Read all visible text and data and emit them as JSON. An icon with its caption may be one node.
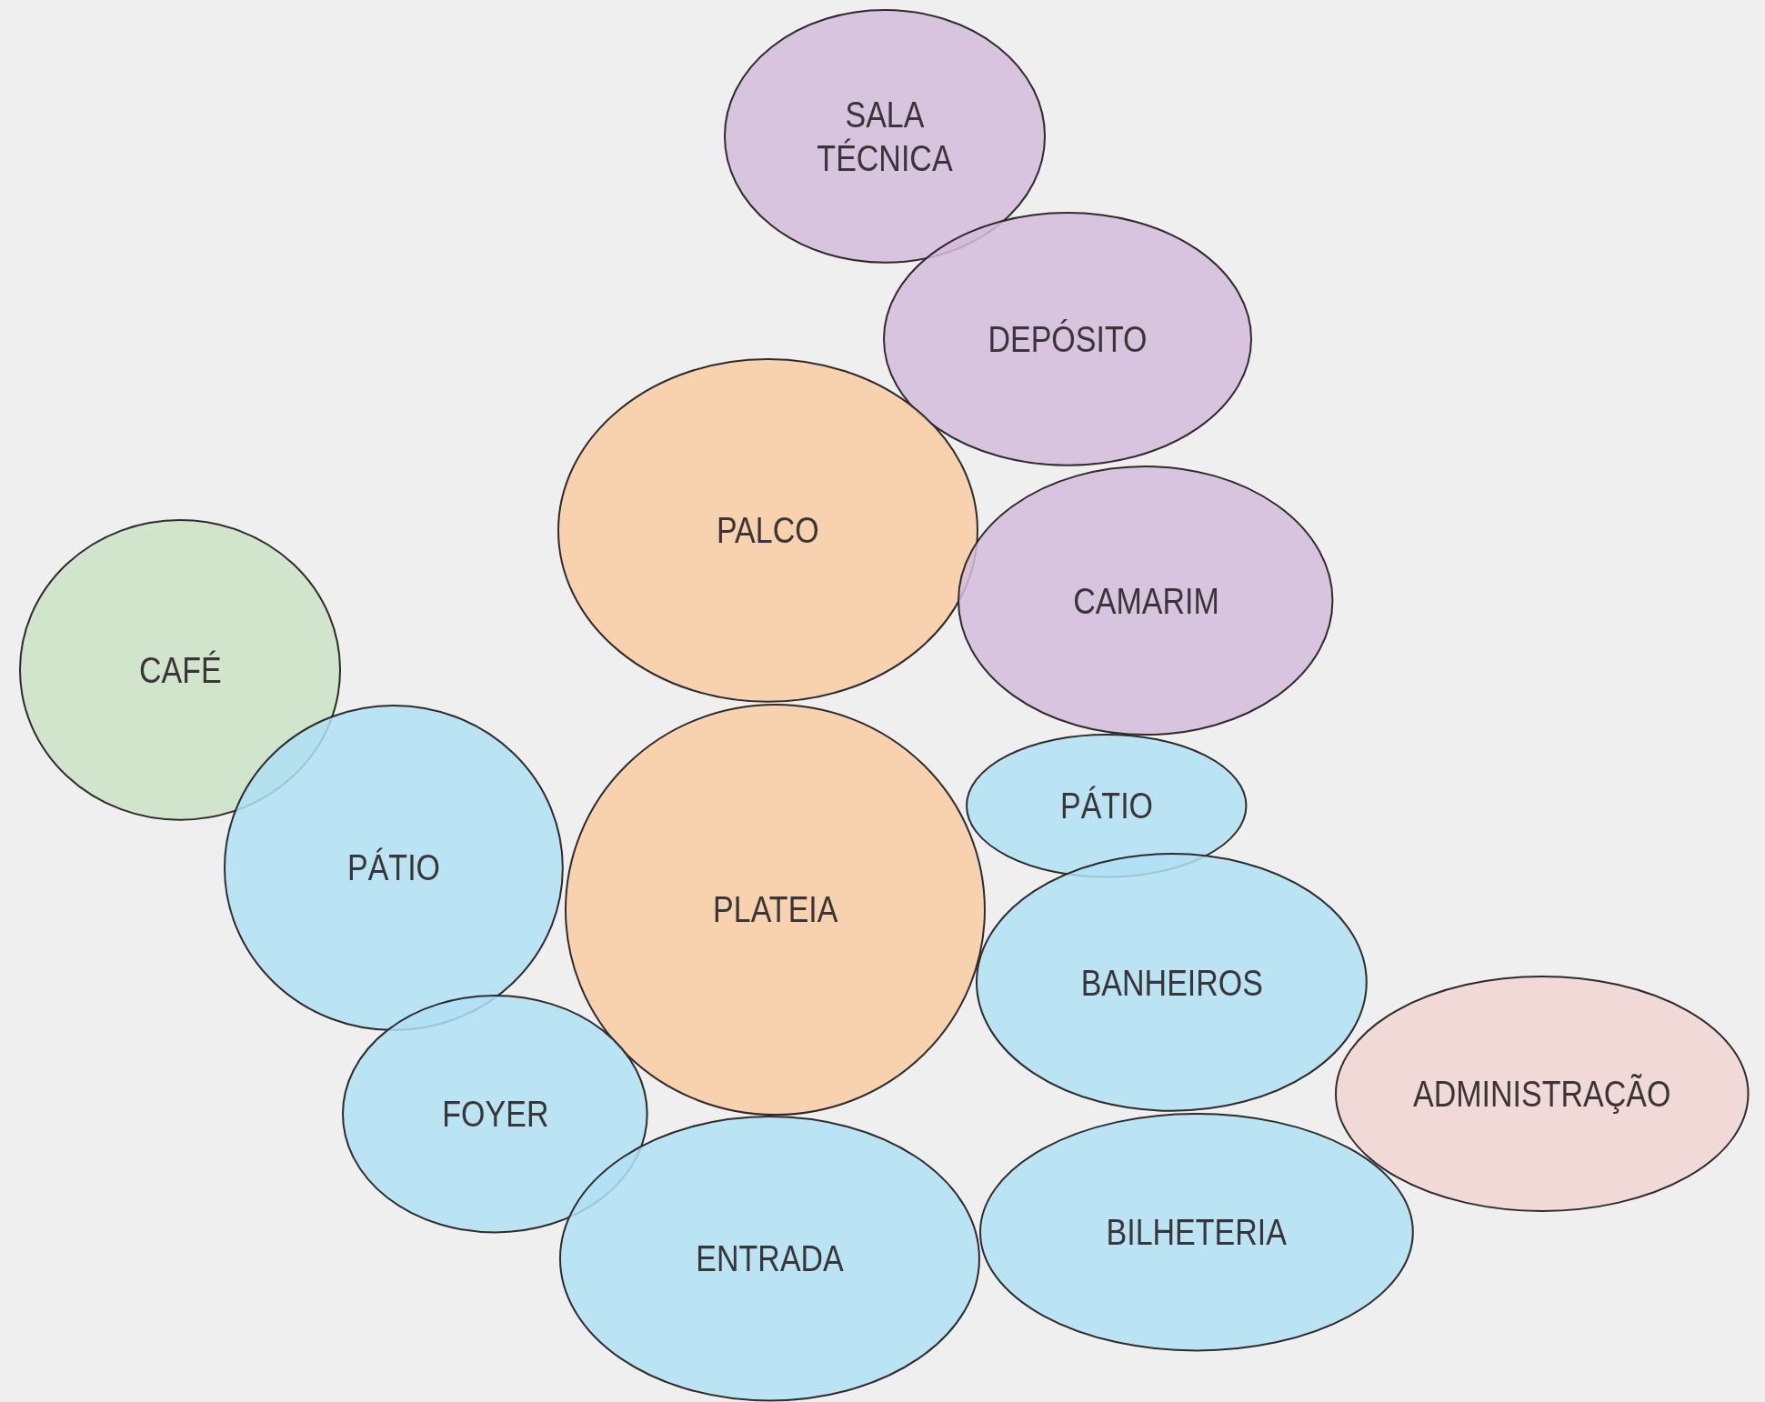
{
  "diagram": {
    "nodes": [
      {
        "text": [
          "SALA TÉCNICA"
        ]
      },
      {
        "text": [
          "DEPÓSITO"
        ]
      },
      {
        "text": [
          "PALCO"
        ]
      },
      {
        "text": [
          "CAMARIM"
        ]
      },
      {
        "text": [
          "CAFÉ"
        ]
      },
      {
        "text": [
          "PÁTIO"
        ]
      },
      {
        "text": [
          "PÁTIO"
        ]
      },
      {
        "text": [
          "PLATEIA"
        ]
      },
      {
        "text": [
          "BANHEIROS"
        ]
      },
      {
        "text": [
          "FOYER"
        ]
      },
      {
        "text": [
          "ADMINISTRAÇÃO"
        ]
      },
      {
        "text": [
          "ENTRADA"
        ]
      },
      {
        "text": [
          "BILHETERIA"
        ]
      }
    ]
  }
}
